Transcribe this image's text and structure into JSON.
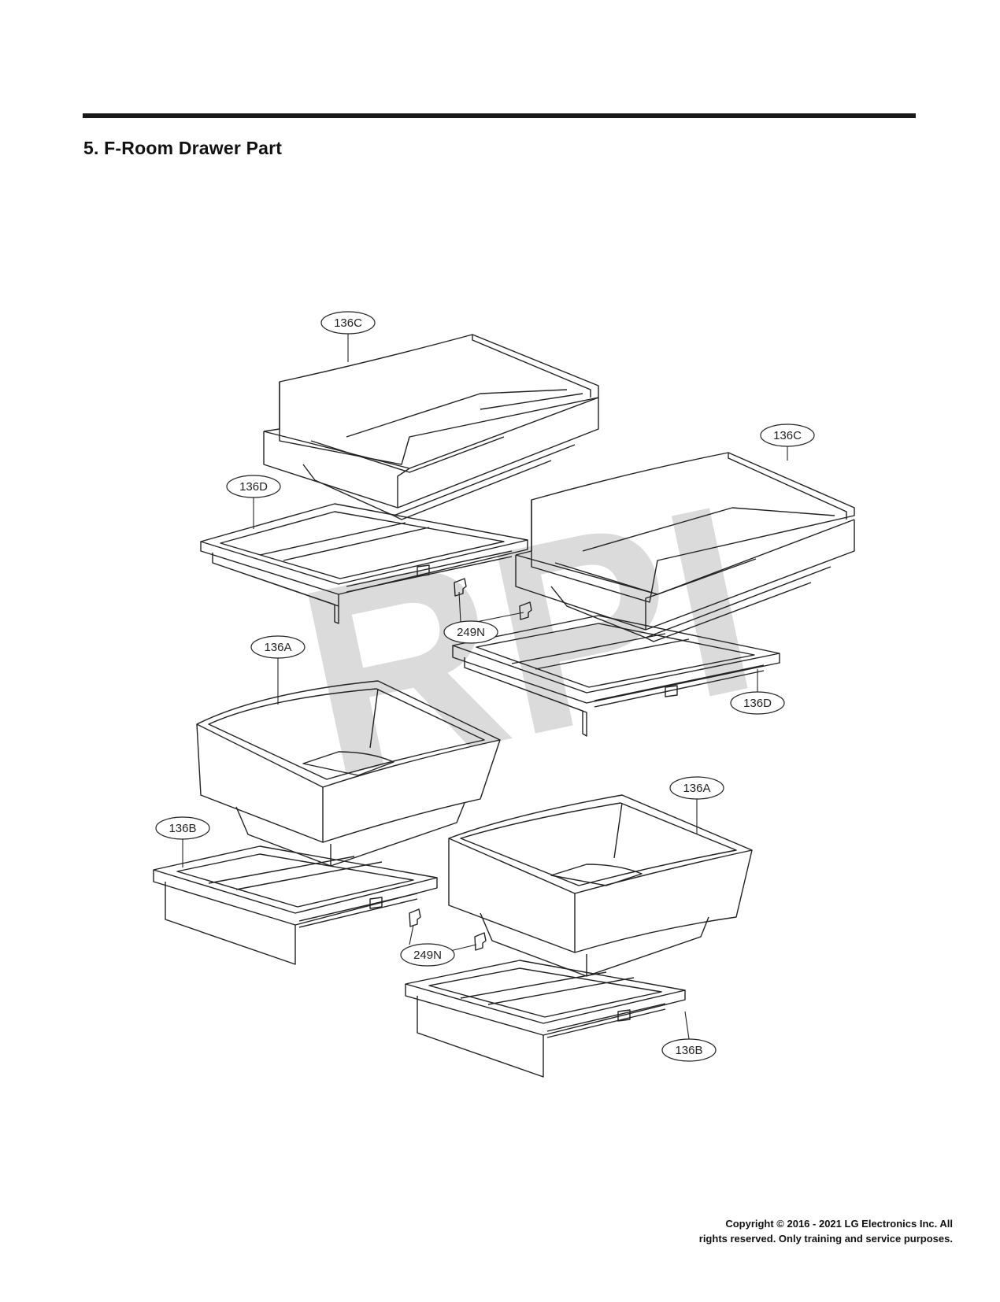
{
  "page": {
    "section_title": "5. F-Room Drawer Part",
    "watermark": "RPI",
    "footer": {
      "line1": "Copyright © 2016 - 2021 LG Electronics Inc. All",
      "line2": "rights reserved. Only training and service purposes."
    }
  },
  "callouts": {
    "c1": "136C",
    "c2": "136C",
    "c3": "136D",
    "c4": "136D",
    "c5": "249N",
    "c6": "136A",
    "c7": "136A",
    "c8": "136B",
    "c9": "249N",
    "c10": "136B"
  }
}
